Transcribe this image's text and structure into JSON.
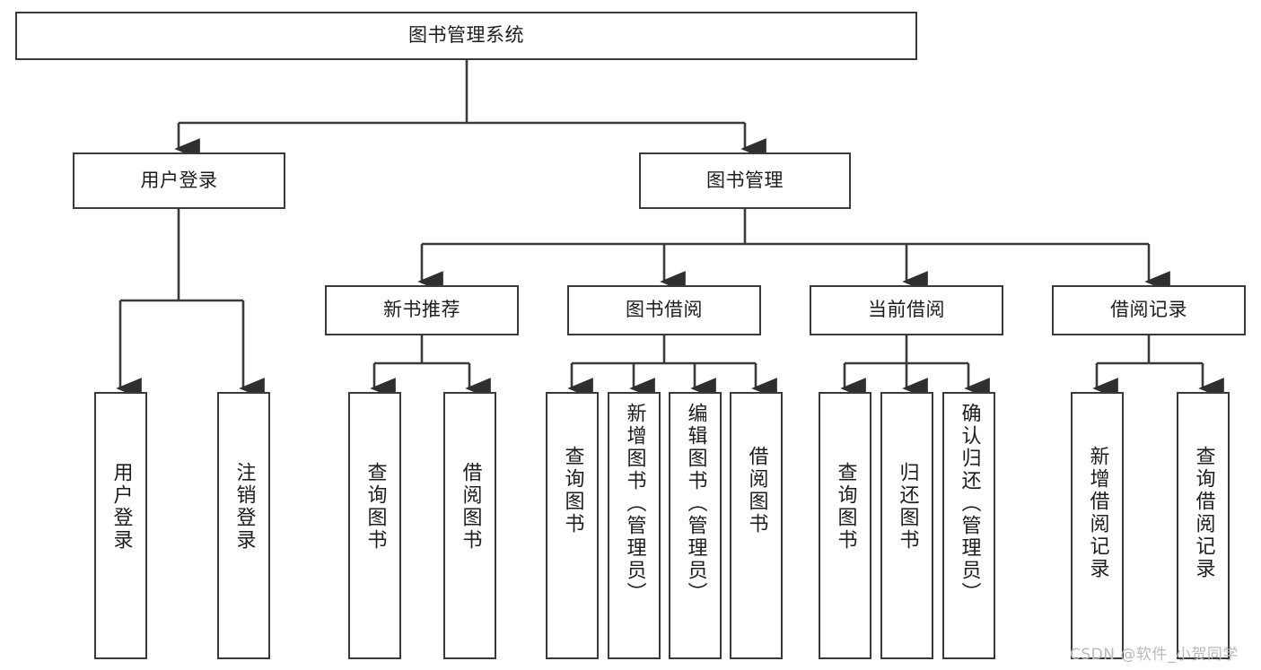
{
  "diagram": {
    "title": "图书管理系统",
    "type": "tree-hierarchy-diagram",
    "root": {
      "label": "图书管理系统"
    },
    "level2": [
      {
        "label": "用户登录"
      },
      {
        "label": "图书管理"
      }
    ],
    "level3": [
      {
        "label": "新书推荐"
      },
      {
        "label": "图书借阅"
      },
      {
        "label": "当前借阅"
      },
      {
        "label": "借阅记录"
      }
    ],
    "leaves": {
      "user_login": [
        {
          "label": "用户登录"
        },
        {
          "label": "注销登录"
        }
      ],
      "new_book_recommend": [
        {
          "label": "查询图书"
        },
        {
          "label": "借阅图书"
        }
      ],
      "book_borrow": [
        {
          "label": "查询图书"
        },
        {
          "label": "新增图书（管理员）"
        },
        {
          "label": "编辑图书（管理员）"
        },
        {
          "label": "借阅图书"
        }
      ],
      "current_borrow": [
        {
          "label": "查询图书"
        },
        {
          "label": "归还图书"
        },
        {
          "label": "确认归还（管理员）"
        }
      ],
      "borrow_record": [
        {
          "label": "新增借阅记录"
        },
        {
          "label": "查询借阅记录"
        }
      ]
    }
  },
  "watermark": {
    "text": "CSDN @软件_小贺同学"
  },
  "colors": {
    "stroke": "#3a3a3a",
    "fill": "#ffffff",
    "text": "#1d1d1d",
    "watermark": "#b9b9b9"
  }
}
